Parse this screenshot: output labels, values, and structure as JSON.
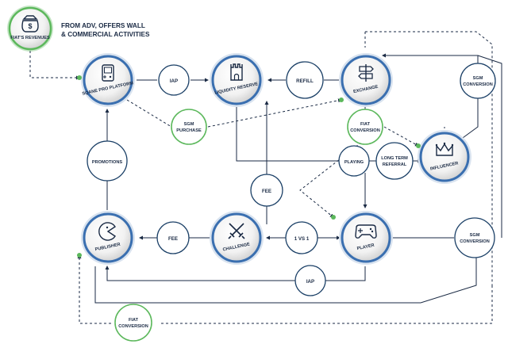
{
  "header_note": {
    "line1": "FROM ADV, OFFERS WALL",
    "line2": "& COMMERCIAL ACTIVITIES"
  },
  "colors": {
    "navy": "#1a2a44",
    "ring_blue": "#3a6fb0",
    "green": "#5cb85c"
  },
  "nodes": {
    "fiat_revenues": {
      "label": "FIAT'S REVENUES",
      "icon": "money-bag-dollar-icon"
    },
    "sqane_pro": {
      "label": "SQANE PRO PLATFORM",
      "icon": "handheld-console-icon"
    },
    "liquidity_reserve": {
      "label": "LIQUIDITY RESERVE",
      "icon": "castle-tower-icon"
    },
    "exchange": {
      "label": "EXCHANGE",
      "icon": "signpost-icon"
    },
    "influencer": {
      "label": "INFLUENCER",
      "icon": "crown-icon"
    },
    "publisher": {
      "label": "PUBLISHER",
      "icon": "pacman-icon"
    },
    "challenge": {
      "label": "CHALLENGE",
      "icon": "crossed-swords-icon"
    },
    "player": {
      "label": "PLAYER",
      "icon": "gamepad-icon"
    }
  },
  "pills": {
    "iap_top": "IAP",
    "refill": "REFILL",
    "sgm_conversion_top": [
      "SGM",
      "CONVERSION"
    ],
    "sgm_purchase": [
      "SGM",
      "PURCHASE"
    ],
    "fiat_conversion_mid": [
      "FIAT",
      "CONVERSION"
    ],
    "promotions": "PROMOTIONS",
    "playing": "PLAYING",
    "long_term_referral": [
      "LONG TERM",
      "REFERRAL"
    ],
    "fee_mid": "FEE",
    "fee_left": "FEE",
    "one_vs_one": "1 VS 1",
    "sgm_conversion_right": [
      "SGM",
      "CONVERSION"
    ],
    "iap_bottom": "IAP",
    "fiat_conversion_bottom": [
      "FIAT",
      "CONVERSION"
    ]
  }
}
